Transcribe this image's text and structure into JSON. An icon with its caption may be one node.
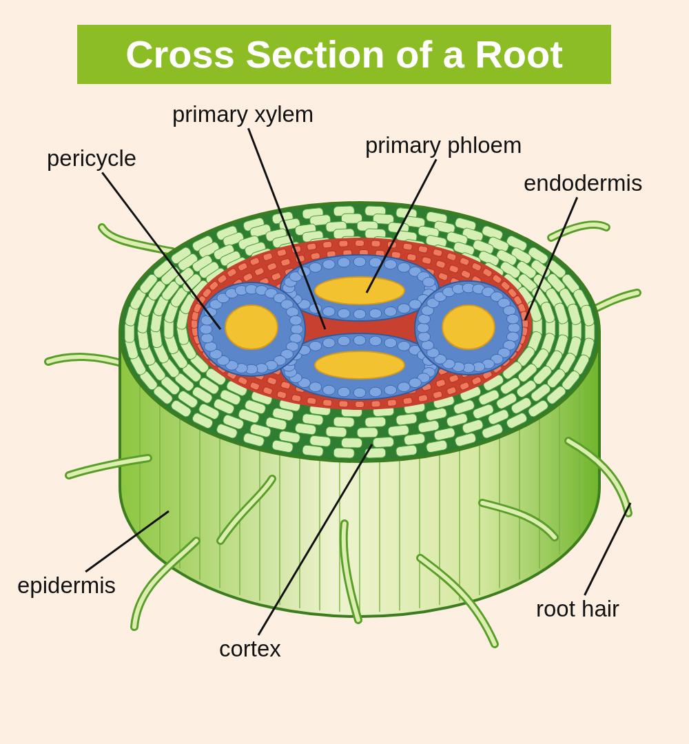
{
  "diagram": {
    "title": "Cross Section of a Root",
    "nodes": [
      {
        "text": [
          "pericycle"
        ]
      },
      {
        "text": [
          "primary xylem"
        ]
      },
      {
        "text": [
          "primary phloem"
        ]
      },
      {
        "text": [
          "endodermis"
        ]
      },
      {
        "text": [
          "epidermis"
        ]
      },
      {
        "text": [
          "cortex"
        ]
      },
      {
        "text": [
          "root hair"
        ]
      }
    ],
    "edges": [
      {
        "from": 0,
        "to": null,
        "arrow": "none"
      },
      {
        "from": 1,
        "to": null,
        "arrow": "none"
      },
      {
        "from": 2,
        "to": null,
        "arrow": "none"
      },
      {
        "from": 3,
        "to": null,
        "arrow": "none"
      },
      {
        "from": 4,
        "to": null,
        "arrow": "none"
      },
      {
        "from": 5,
        "to": null,
        "arrow": "none"
      },
      {
        "from": 6,
        "to": null,
        "arrow": "none"
      }
    ]
  }
}
